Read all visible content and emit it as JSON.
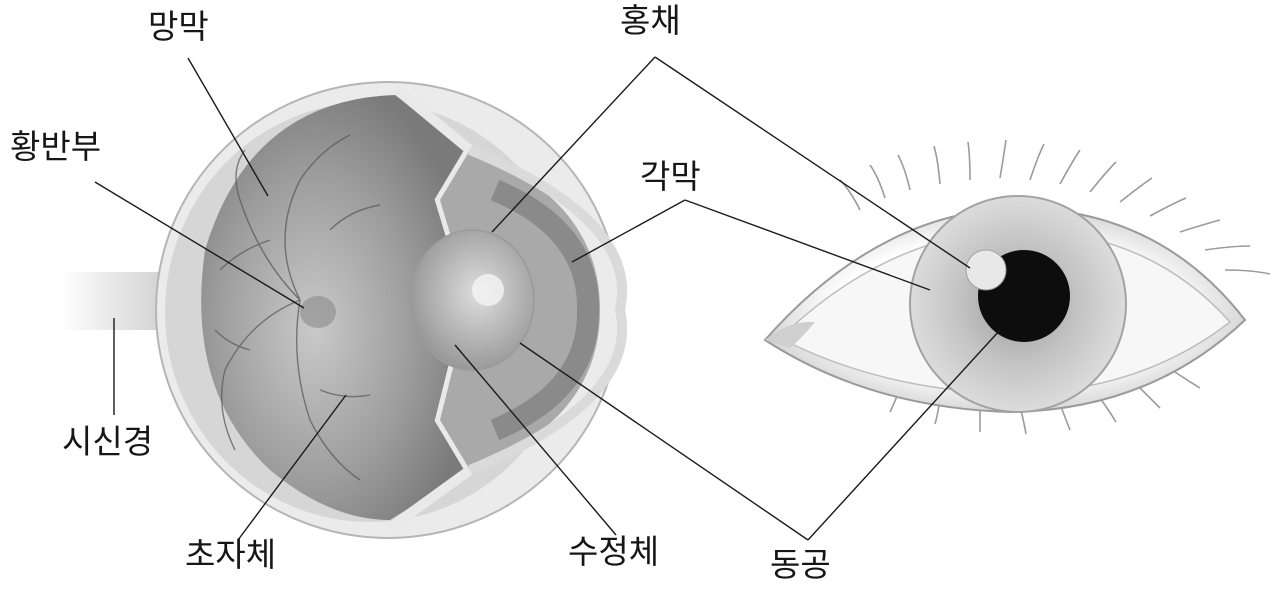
{
  "labels": {
    "retina": "망막",
    "iris": "홍채",
    "macula": "황반부",
    "cornea": "각막",
    "optic_nerve": "시신경",
    "vitreous": "초자체",
    "lens": "수정체",
    "pupil": "동공"
  },
  "colors": {
    "line": "#1a1a1a",
    "pupil": "#0d0d0d",
    "iris": "#bdbdbd",
    "sclera": "#f3f3f3"
  }
}
